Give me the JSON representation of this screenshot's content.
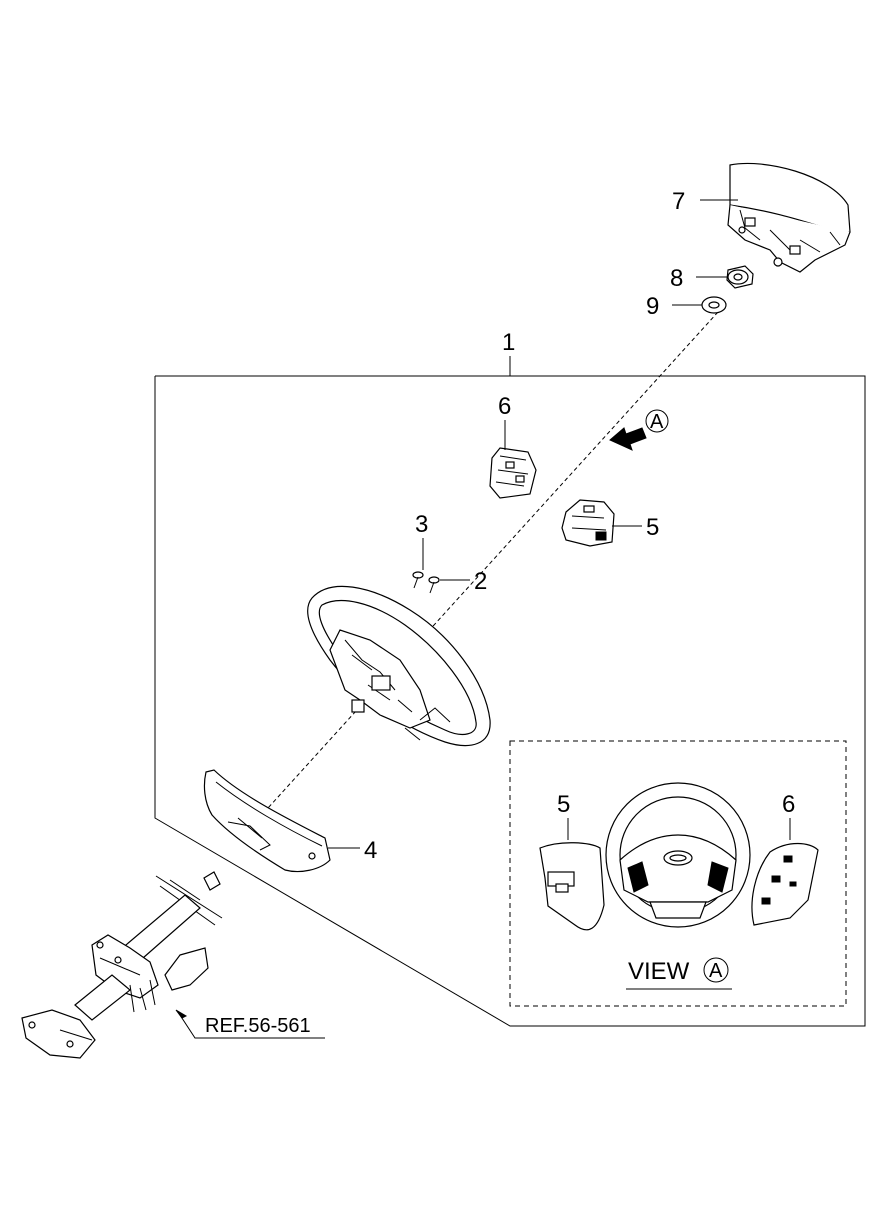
{
  "callouts": {
    "c1": "1",
    "c2": "2",
    "c3": "3",
    "c4": "4",
    "c5": "5",
    "c6": "6",
    "c7": "7",
    "c8": "8",
    "c9": "9",
    "view_c5": "5",
    "view_c6": "6"
  },
  "view_label": {
    "text": "VIEW",
    "circle": "A"
  },
  "arrow_marker": "A",
  "reference": "REF.56-561"
}
